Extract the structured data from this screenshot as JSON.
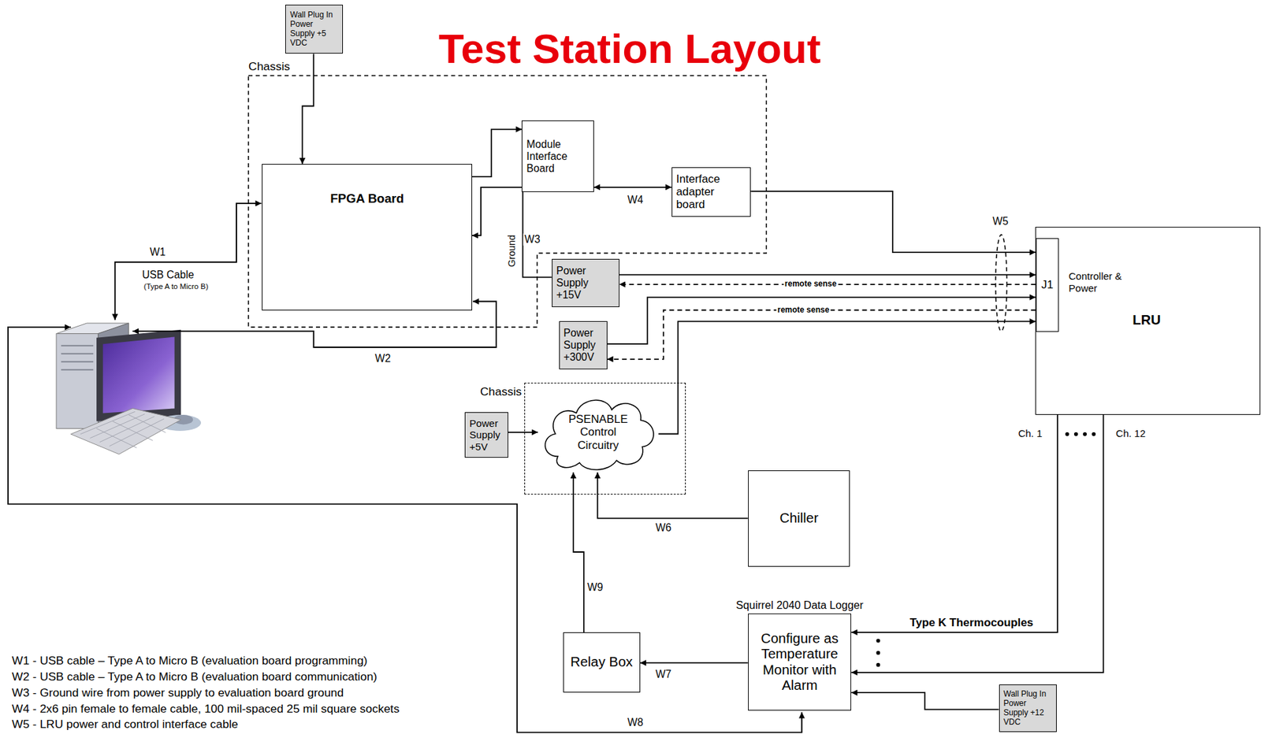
{
  "diagram": {
    "title": "Test Station Layout",
    "nodes": [
      {
        "text": [
          "Wall Plug In Power Supply +5 VDC"
        ]
      },
      {
        "text": [
          "Chassis"
        ]
      },
      {
        "text": [
          "FPGA Board"
        ],
        "in": 1
      },
      {
        "text": [
          "Module Interface Board"
        ],
        "in": 1
      },
      {
        "text": [
          "Interface adapter board"
        ],
        "in": 1
      },
      {
        "text": [
          "Controller & Power",
          "LRU"
        ]
      },
      {
        "text": [
          "J1"
        ],
        "in": 5
      },
      {
        "text": [
          "Power Supply +15V"
        ]
      },
      {
        "text": [
          "Power Supply +300V"
        ]
      },
      {
        "text": [
          "Chassis"
        ]
      },
      {
        "text": [
          "Power Supply +5V"
        ]
      },
      {
        "text": [
          "PSENABLE Control Circuitry"
        ],
        "in": 9
      },
      {
        "text": [
          "Chiller"
        ]
      },
      {
        "text": [
          "Squirrel 2040 Data Logger",
          "Configure as Temperature Monitor with Alarm"
        ]
      },
      {
        "text": [
          "Relay Box"
        ]
      },
      {
        "text": [
          "Wall Plug In Power Supply +12 VDC"
        ]
      }
    ],
    "edges": [
      {
        "from": 0,
        "to": 2,
        "arrow": "to"
      },
      {
        "from": 2,
        "to": 3,
        "arrow": "to"
      },
      {
        "from": 3,
        "to": 2,
        "arrow": "to"
      },
      {
        "from": 3,
        "to": 4,
        "arrow": "both",
        "label": "W4"
      },
      {
        "from": 4,
        "to": 6,
        "arrow": "to"
      },
      {
        "from": 3,
        "to": 7,
        "arrow": "none",
        "label": "W3"
      },
      {
        "from": 7,
        "to": 6,
        "arrow": "to"
      },
      {
        "from": 6,
        "to": 7,
        "arrow": "to",
        "label": "remote sense"
      },
      {
        "from": 8,
        "to": 6,
        "arrow": "to"
      },
      {
        "from": 6,
        "to": 8,
        "arrow": "to",
        "label": "remote sense"
      },
      {
        "from": 11,
        "to": 6,
        "arrow": "to"
      },
      {
        "from": 10,
        "to": 11,
        "arrow": "to"
      },
      {
        "from": 12,
        "to": 11,
        "arrow": "to",
        "label": "W6"
      },
      {
        "from": 14,
        "to": 11,
        "arrow": "to",
        "label": "W9"
      },
      {
        "from": 13,
        "to": 14,
        "arrow": "to",
        "label": "W7"
      },
      {
        "from": 5,
        "to": 13,
        "arrow": "to",
        "label": "Type K Thermocouples"
      },
      {
        "from": 5,
        "to": 13,
        "arrow": "to"
      },
      {
        "from": 15,
        "to": 13,
        "arrow": "to"
      }
    ],
    "labels": [
      "W1",
      "USB Cable",
      "(Type A to Micro B)",
      "W2",
      "Ground",
      "W5",
      "Ch. 1",
      "Ch. 12",
      "W8",
      "W1 - USB cable – Type A to Micro B (evaluation board programming)",
      "W2 - USB cable – Type A to Micro B (evaluation board communication)",
      "W3 - Ground wire from power supply to evaluation board ground",
      "W4 - 2x6 pin female to female cable, 100 mil-spaced 25 mil square sockets",
      "W5 - LRU power and control interface cable"
    ]
  }
}
